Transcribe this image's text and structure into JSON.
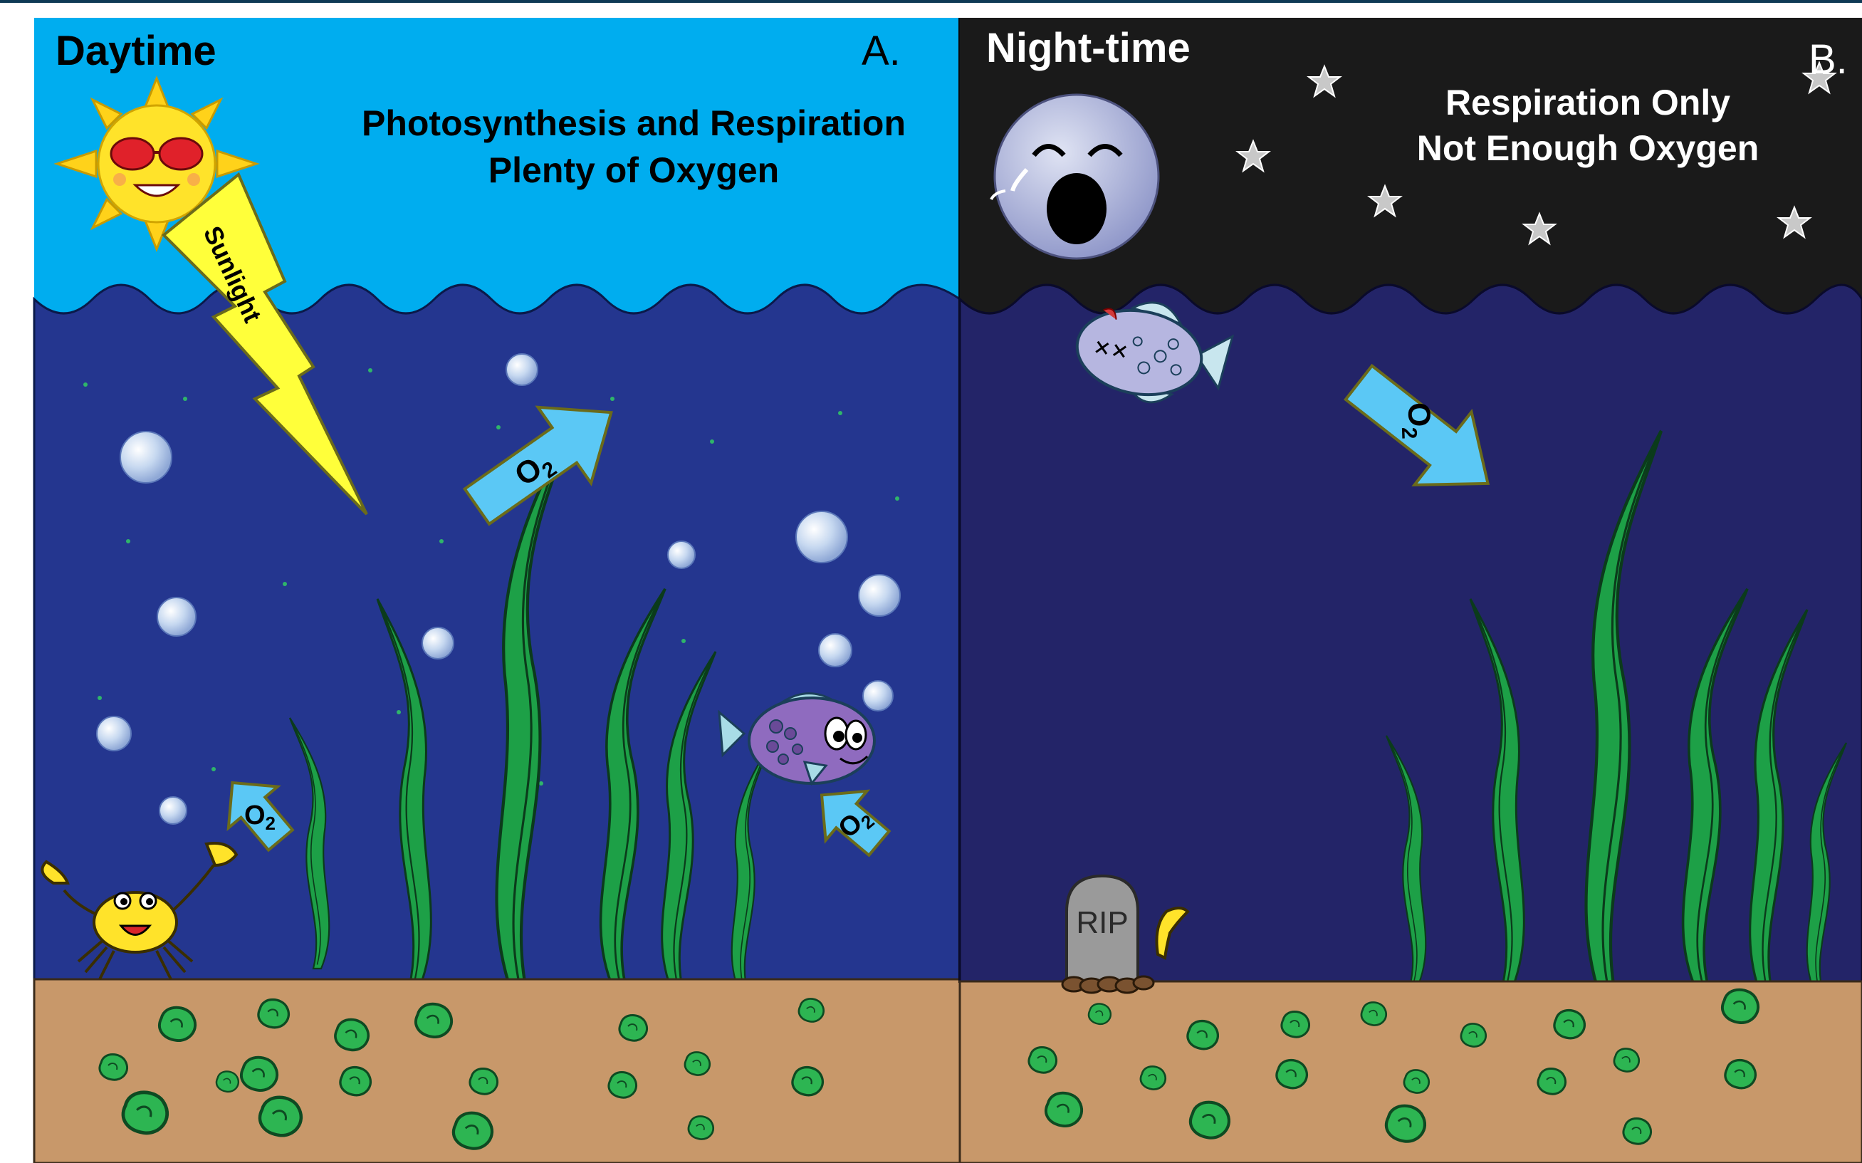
{
  "panel_day": {
    "title": "Daytime",
    "letter": "A.",
    "caption_line1": "Photosynthesis and Respiration",
    "caption_line2": "Plenty of Oxygen",
    "sunlight_label": "Sunlight",
    "o2_label": "O",
    "o2_subscript": "2"
  },
  "panel_night": {
    "title": "Night-time",
    "letter": "B.",
    "caption_line1": "Respiration Only",
    "caption_line2": "Not Enough Oxygen",
    "tombstone_label": "RIP",
    "o2_label": "O",
    "o2_subscript": "2"
  },
  "colors": {
    "day_sky": "#00adef",
    "day_water": "#24368f",
    "night_sky": "#1a1a1a",
    "night_water": "#232468",
    "sand": "#c8986a",
    "seaweed": "#1da047",
    "arrow_fill": "#5bc8f5",
    "arrow_outline": "#6b6b1a",
    "sun": "#ffe32a",
    "lightning": "#ffff3a"
  },
  "icons": [
    "sun-icon",
    "moon-icon",
    "star-icon",
    "fish-icon",
    "crab-icon",
    "bubble-icon",
    "seaweed-icon",
    "tombstone-icon",
    "lightning-bolt-icon",
    "o2-arrow-icon"
  ]
}
